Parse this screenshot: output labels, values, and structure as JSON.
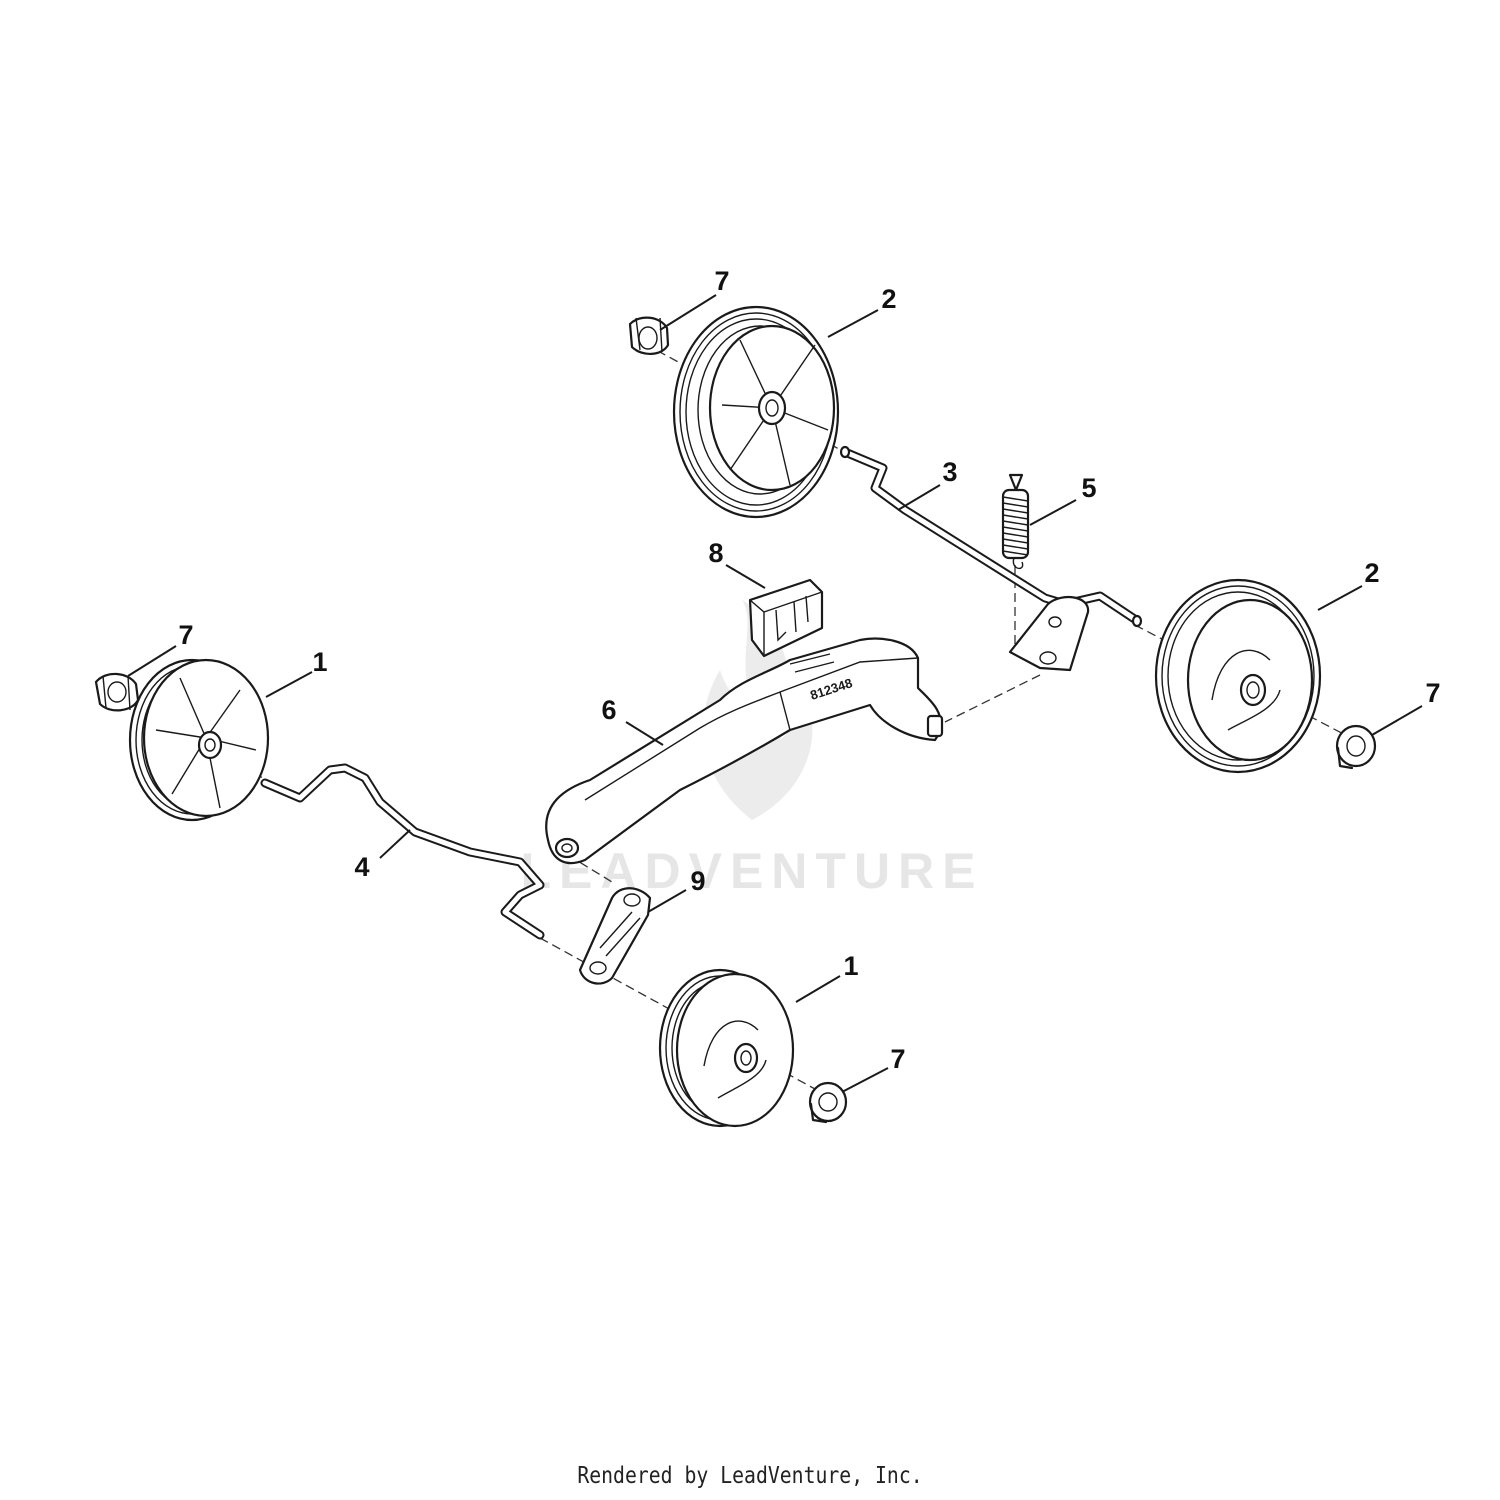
{
  "watermark": {
    "text": "LEADVENTURE"
  },
  "footer": {
    "text": "Rendered by LeadVenture, Inc."
  },
  "deck_stamp": "812348",
  "callouts": {
    "rear_hubcap_left": "7",
    "rear_wheel_left": "2",
    "rear_axle": "3",
    "spring": "5",
    "rear_wheel_right": "2",
    "rear_hubcap_right": "7",
    "pivot_bracket": "8",
    "height_adjust_bar": "6",
    "front_hubcap_left": "7",
    "front_wheel_left": "1",
    "front_axle": "4",
    "axle_bracket": "9",
    "front_wheel_right": "1",
    "front_hubcap_right": "7"
  },
  "colors": {
    "line": "#1a1a1a",
    "background": "#ffffff",
    "watermark": "#e6e6e6"
  }
}
